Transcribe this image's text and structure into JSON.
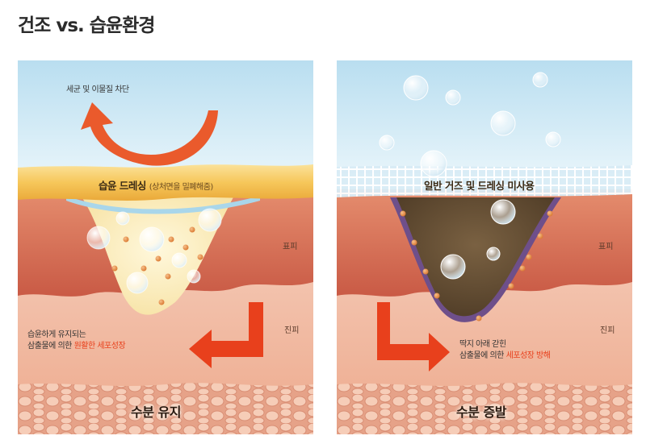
{
  "title": "건조 vs. 습윤환경",
  "left_panel": {
    "top_note": "세균 및 이물질 차단",
    "band_label": "습윤 드레싱",
    "band_sub": "(상처면을 밀폐해줌)",
    "epidermis": "표피",
    "dermis": "진피",
    "note_line1": "습윤하게 유지되는",
    "note_line2_prefix": "삼출물에 의한 ",
    "note_line2_highlight": "원활한 세포성장",
    "bottom_label": "수분 유지"
  },
  "right_panel": {
    "band_label": "일반 거즈 및 드레싱 미사용",
    "epidermis": "표피",
    "dermis": "진피",
    "note_line1": "딱지 아래 갇힌",
    "note_line2_prefix": "삼출물에 의한 ",
    "note_line2_highlight": "세포성장 방해",
    "bottom_label": "수분 증발"
  },
  "colors": {
    "sky": "#cde8f3",
    "dressing_band": "#f6c85a",
    "epidermis": "#d9705a",
    "dermis": "#f2b9a5",
    "arrow": "#e8401c",
    "scab": "#5a4630"
  }
}
